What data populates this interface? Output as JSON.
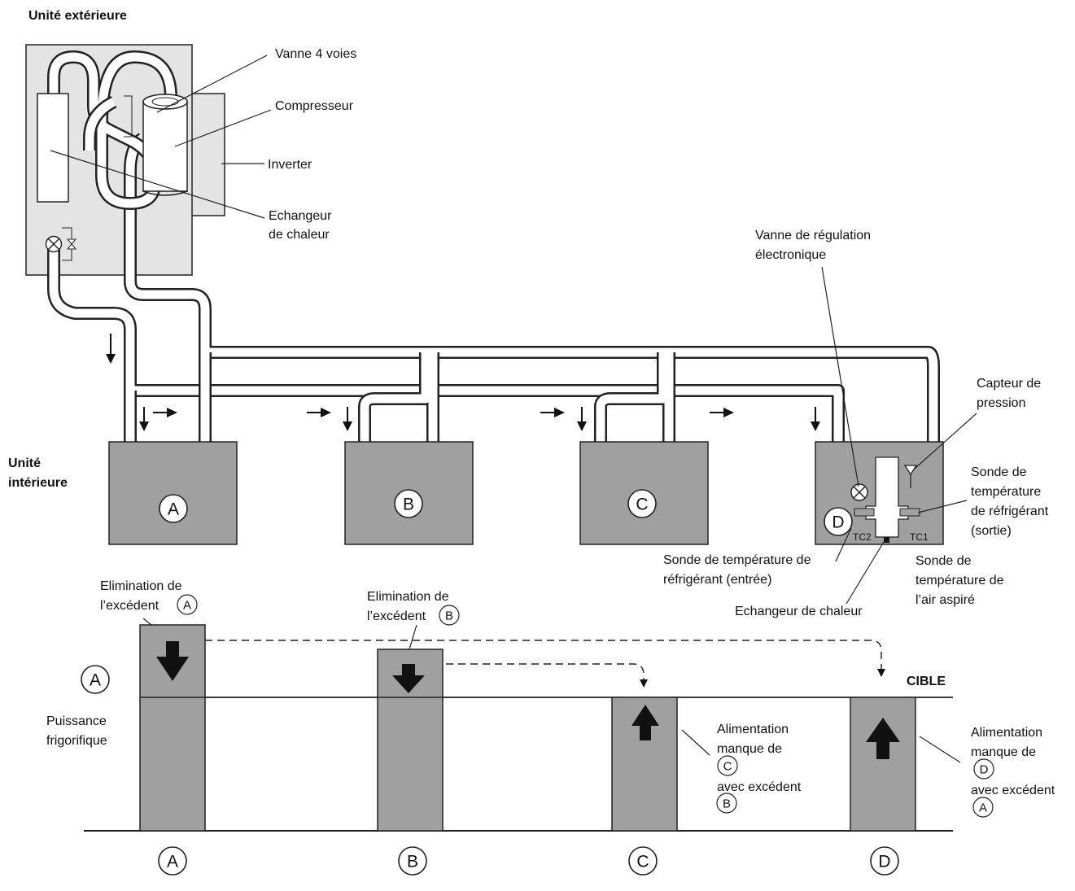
{
  "labels": {
    "outdoor_unit": "Unité extérieure",
    "indoor_unit_line1": "Unité",
    "indoor_unit_line2": "intérieure",
    "four_way_valve": "Vanne 4 voies",
    "compressor": "Compresseur",
    "inverter": "Inverter",
    "hx_outdoor_line1": "Echangeur",
    "hx_outdoor_line2": "de chaleur",
    "valve_line1": "Vanne de régulation",
    "valve_line2": "électronique",
    "pressure_line1": "Capteur de",
    "pressure_line2": "pression",
    "probe_out_line1": "Sonde de",
    "probe_out_line2": "température",
    "probe_out_line3": "de réfrigérant",
    "probe_out_line4": "(sortie)",
    "probe_in_line1": "Sonde de température de",
    "probe_in_line2": "réfrigérant (entrée)",
    "probe_air_line1": "Sonde de",
    "probe_air_line2": "température de",
    "probe_air_line3": "l’air aspiré",
    "hx_indoor": "Echangeur de chaleur",
    "tc1": "TC1",
    "tc2": "TC2",
    "elim_a_line1": "Elimination de",
    "elim_a_line2": "l’excédent",
    "elim_b_line1": "Elimination de",
    "elim_b_line2": "l’excédent",
    "target": "CIBLE",
    "cooling_line1": "Puissance",
    "cooling_line2": "frigorifique",
    "supply_c_line1": "Alimentation",
    "supply_c_line2": "manque de",
    "supply_c_line3": "avec excédent",
    "supply_d_line1": "Alimentation",
    "supply_d_line2": "manque de",
    "supply_d_line3": "avec excédent"
  },
  "units": [
    "A",
    "B",
    "C",
    "D"
  ],
  "letters": {
    "a": "A",
    "b": "B",
    "c": "C",
    "d": "D"
  },
  "colors": {
    "unit_fill": "#a0a0a0",
    "outdoor_fill": "#e4e4e4",
    "bar_fill": "#a0a0a0",
    "stroke": "#222222"
  }
}
